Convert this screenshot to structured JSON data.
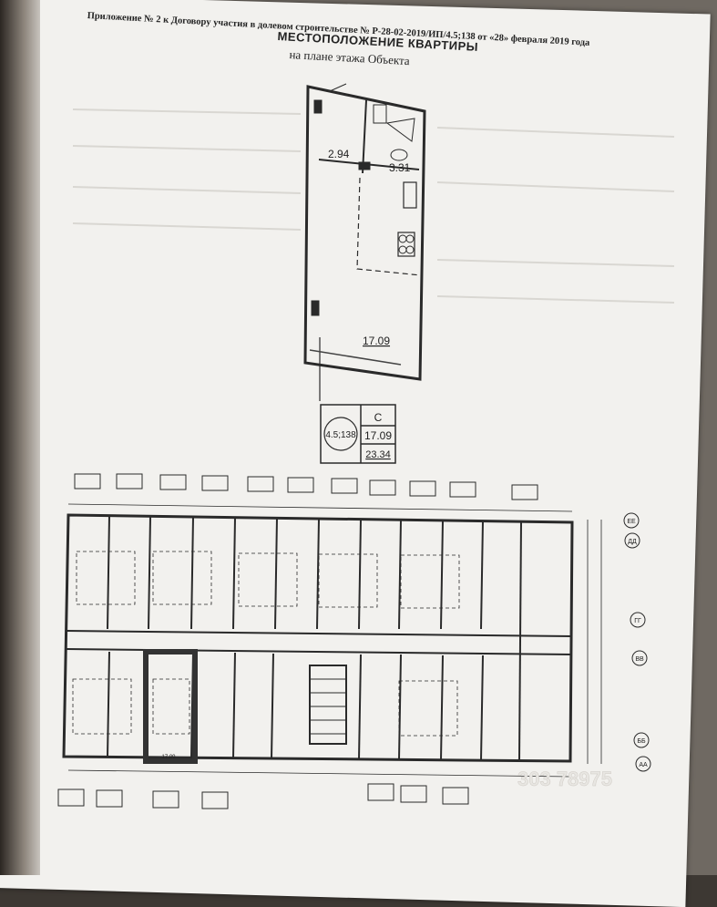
{
  "document": {
    "header": "Приложение № 2 к Договору участия в долевом строительстве № Р-28-02-2019/ИП/4.5;138 от «28» февраля 2019 года",
    "title": "МЕСТОПОЛОЖЕНИЕ КВАРТИРЫ",
    "subtitle": "на плане этажа Объекта"
  },
  "apartment_plan": {
    "room_left_area": "2.94",
    "room_right_area": "3.31",
    "main_area": "17.09"
  },
  "stamp": {
    "number": "4.5;138",
    "type": "С",
    "living_area": "17.09",
    "total_area": "23.34"
  },
  "axes": [
    "ЕЕ",
    "ДД",
    "ГГ",
    "ВВ",
    "ББ",
    "АА"
  ],
  "watermark": "303 78975"
}
